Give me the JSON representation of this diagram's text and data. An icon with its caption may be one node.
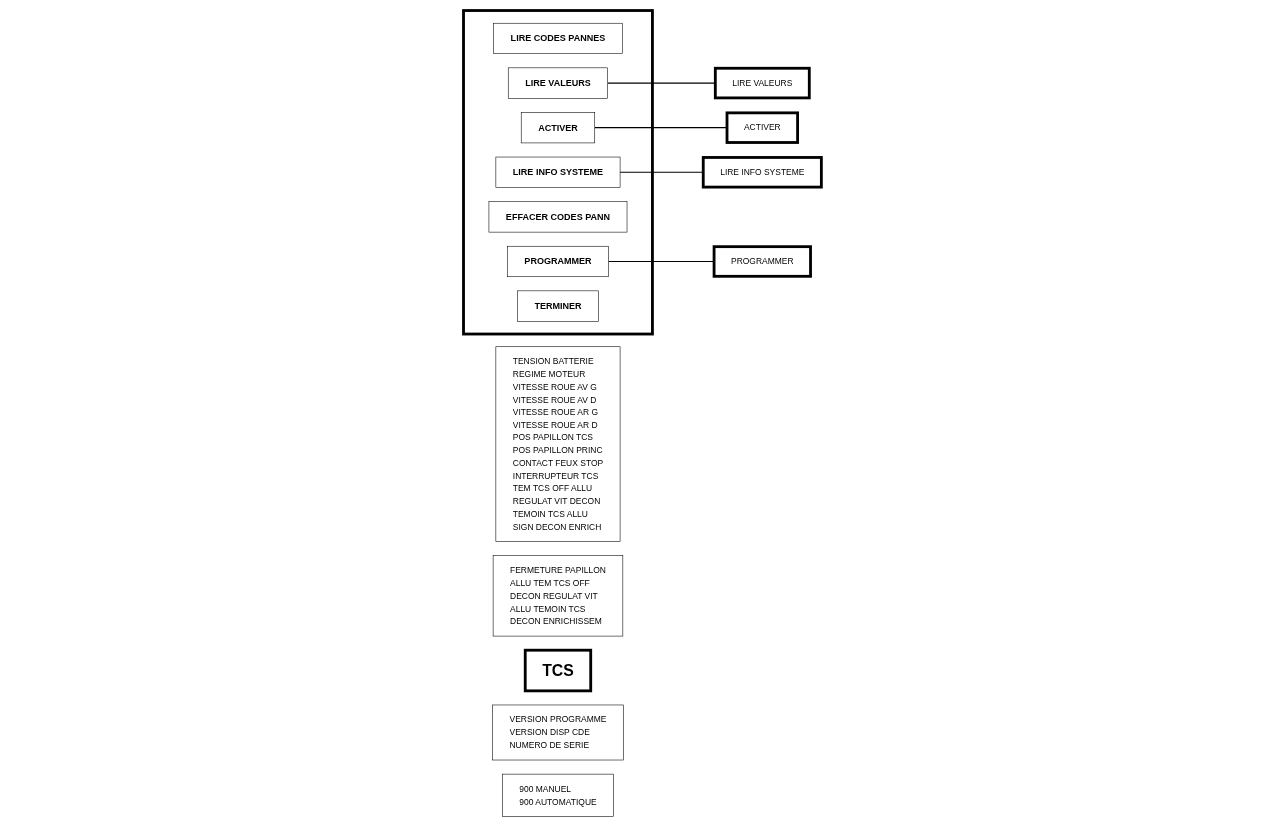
{
  "diagram": {
    "nodes": [
      {
        "text": [
          "LIRE VALEURS"
        ]
      },
      {
        "text": [
          "TENSION BATTERIE",
          "REGIME MOTEUR",
          "VITESSE ROUE AV G",
          "VITESSE ROUE AV D",
          "VITESSE ROUE AR G",
          "VITESSE ROUE AR D",
          "POS PAPILLON TCS",
          "POS PAPILLON PRINC",
          "CONTACT FEUX STOP",
          "INTERRUPTEUR TCS",
          "TEM TCS OFF ALLU",
          "REGULAT VIT DECON",
          "TEMOIN TCS ALLU",
          "SIGN DECON ENRICH"
        ]
      },
      {
        "text": [
          "ACTIVER"
        ]
      },
      {
        "text": [
          "FERMETURE PAPILLON",
          "ALLU TEM TCS OFF",
          "DECON REGULAT VIT",
          "ALLU TEMOIN TCS",
          "DECON ENRICHISSEM"
        ]
      },
      {
        "text": [
          "TCS"
        ]
      },
      {
        "text": [],
        "shape": "box"
      },
      {
        "text": [
          "LIRE CODES PANNES"
        ],
        "in": 5
      },
      {
        "text": [
          "LIRE VALEURS"
        ],
        "in": 5
      },
      {
        "text": [
          "ACTIVER"
        ],
        "in": 5
      },
      {
        "text": [
          "LIRE INFO SYSTEME"
        ],
        "in": 5
      },
      {
        "text": [
          "EFFACER CODES PANN"
        ],
        "in": 5
      },
      {
        "text": [
          "PROGRAMMER"
        ],
        "in": 5
      },
      {
        "text": [
          "TERMINER"
        ],
        "in": 5
      },
      {
        "text": [
          "LIRE INFO SYSTEME"
        ]
      },
      {
        "text": [
          "VERSION PROGRAMME",
          "VERSION DISP CDE",
          "NUMERO DE SERIE"
        ]
      },
      {
        "text": [
          "PROGRAMMER"
        ]
      },
      {
        "text": [
          "900 MANUEL",
          "900 AUTOMATIQUE"
        ]
      }
    ],
    "edges": [
      {
        "from": 7,
        "to": 0,
        "arrow": "none"
      },
      {
        "from": 8,
        "to": 2,
        "arrow": "none"
      },
      {
        "from": 9,
        "to": 13,
        "arrow": "none"
      },
      {
        "from": 11,
        "to": 15,
        "arrow": "none"
      }
    ]
  }
}
